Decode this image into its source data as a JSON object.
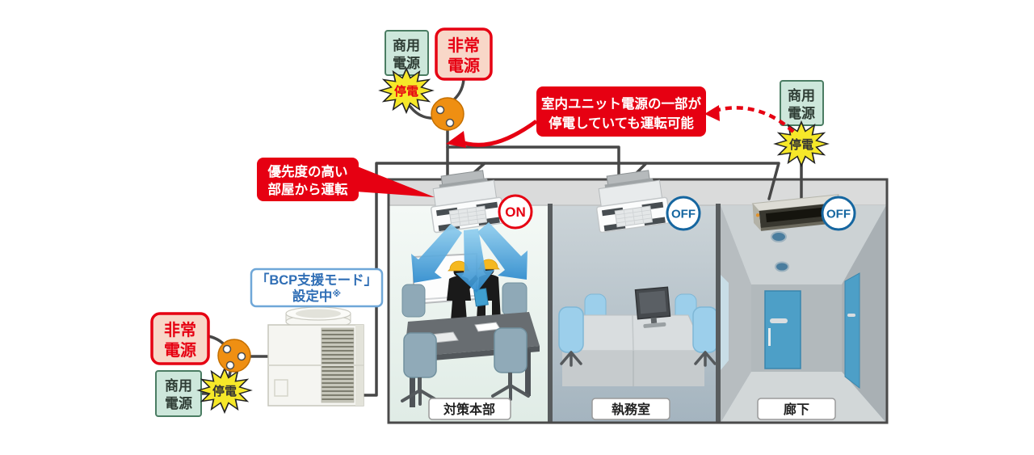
{
  "colors": {
    "accent_red": "#e60012",
    "status_on": "#e60012",
    "status_off": "#1566a0",
    "emergency_box_bg": "#f8d7c8",
    "commercial_box_bg": "#cde7db",
    "outage_burst_bg": "#f6e829",
    "junction_orange": "#ef8f12",
    "bcp_blue": "#2f6eb5",
    "airflow_blue": "#4aa0d8"
  },
  "labels": {
    "commercial_power_line1": "商用",
    "commercial_power_line2": "電源",
    "emergency_power_line1": "非常",
    "emergency_power_line2": "電源",
    "outage": "停電"
  },
  "callouts": {
    "partial_outage_line1": "室内ユニット電源の一部が",
    "partial_outage_line2": "停電していても運転可能",
    "priority_line1": "優先度の高い",
    "priority_line2": "部屋から運転"
  },
  "bcp": {
    "line1": "「BCP支援モード」",
    "line2": "設定中",
    "note": "※"
  },
  "rooms": [
    {
      "name": "対策本部",
      "status": "ON"
    },
    {
      "name": "執務室",
      "status": "OFF"
    },
    {
      "name": "廊下",
      "status": "OFF"
    }
  ]
}
